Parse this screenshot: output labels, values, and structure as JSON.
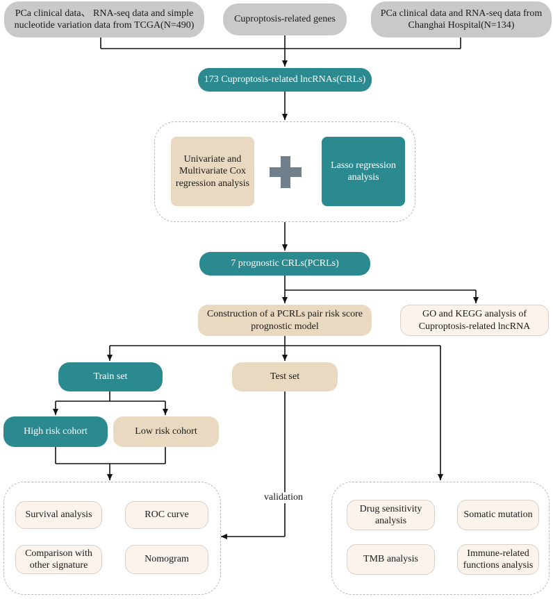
{
  "inputs": {
    "tcga": "PCa clinical data、 RNA-seq data and simple nucleotide variation data from TCGA(N=490)",
    "genes": "Cuproptosis-related genes",
    "changhai": "PCa clinical data and RNA-seq data  from Changhai Hospital(N=134)"
  },
  "crls": "173  Cuproptosis-related lncRNAs(CRLs)",
  "analysis": {
    "cox": "Univariate and Multivariate Cox regression analysis",
    "lasso": "Lasso regression analysis"
  },
  "pcrls": "7  prognostic CRLs(PCRLs)",
  "model": "Construction of a PCRLs pair risk score prognostic model",
  "go_kegg": "GO and KEGG analysis of Cuproptosis-related lncRNA",
  "train": "Train set",
  "test": "Test set",
  "high_risk": "High risk cohort",
  "low_risk": "Low risk cohort",
  "validation": "validation",
  "left_results": {
    "survival": "Survival analysis",
    "roc": "ROC curve",
    "comparison": "Comparison with other signature",
    "nomogram": "Nomogram"
  },
  "right_results": {
    "drug": "Drug sensitivity analysis",
    "somatic": "Somatic mutation",
    "tmb": "TMB analysis",
    "immune": "Immune-related functions analysis"
  },
  "colors": {
    "teal": "#2a8a90",
    "tan": "#ead9c1",
    "gray": "#c9c9c9",
    "light": "#fbf3ec",
    "plus": "#6f7f8c"
  }
}
